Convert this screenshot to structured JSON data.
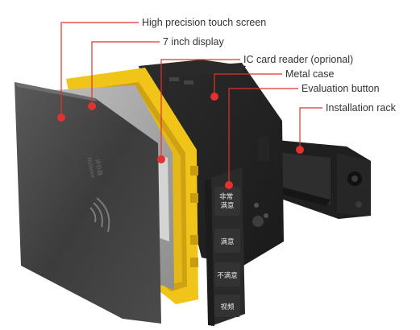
{
  "colors": {
    "accent": "#e2312f",
    "frame_yellow": "#f0c419",
    "panel_dark": "#2b2b2b",
    "leader_line": "#e2312f"
  },
  "callouts": [
    {
      "id": "touch-screen",
      "label": "High precision touch screen"
    },
    {
      "id": "display",
      "label": "7 inch display"
    },
    {
      "id": "ic-card-reader",
      "label": "IC card reader (oprional)"
    },
    {
      "id": "metal-case",
      "label": "Metal case"
    },
    {
      "id": "evaluation-button",
      "label": "Evaluation button"
    },
    {
      "id": "installation-rack",
      "label": "Installation rack"
    }
  ],
  "device": {
    "brand_text": "Richmor",
    "model_text": "评价器"
  },
  "evaluation_buttons": [
    {
      "label": "非常满意"
    },
    {
      "label": "满意"
    },
    {
      "label": "不满意"
    },
    {
      "label": "视频"
    }
  ]
}
